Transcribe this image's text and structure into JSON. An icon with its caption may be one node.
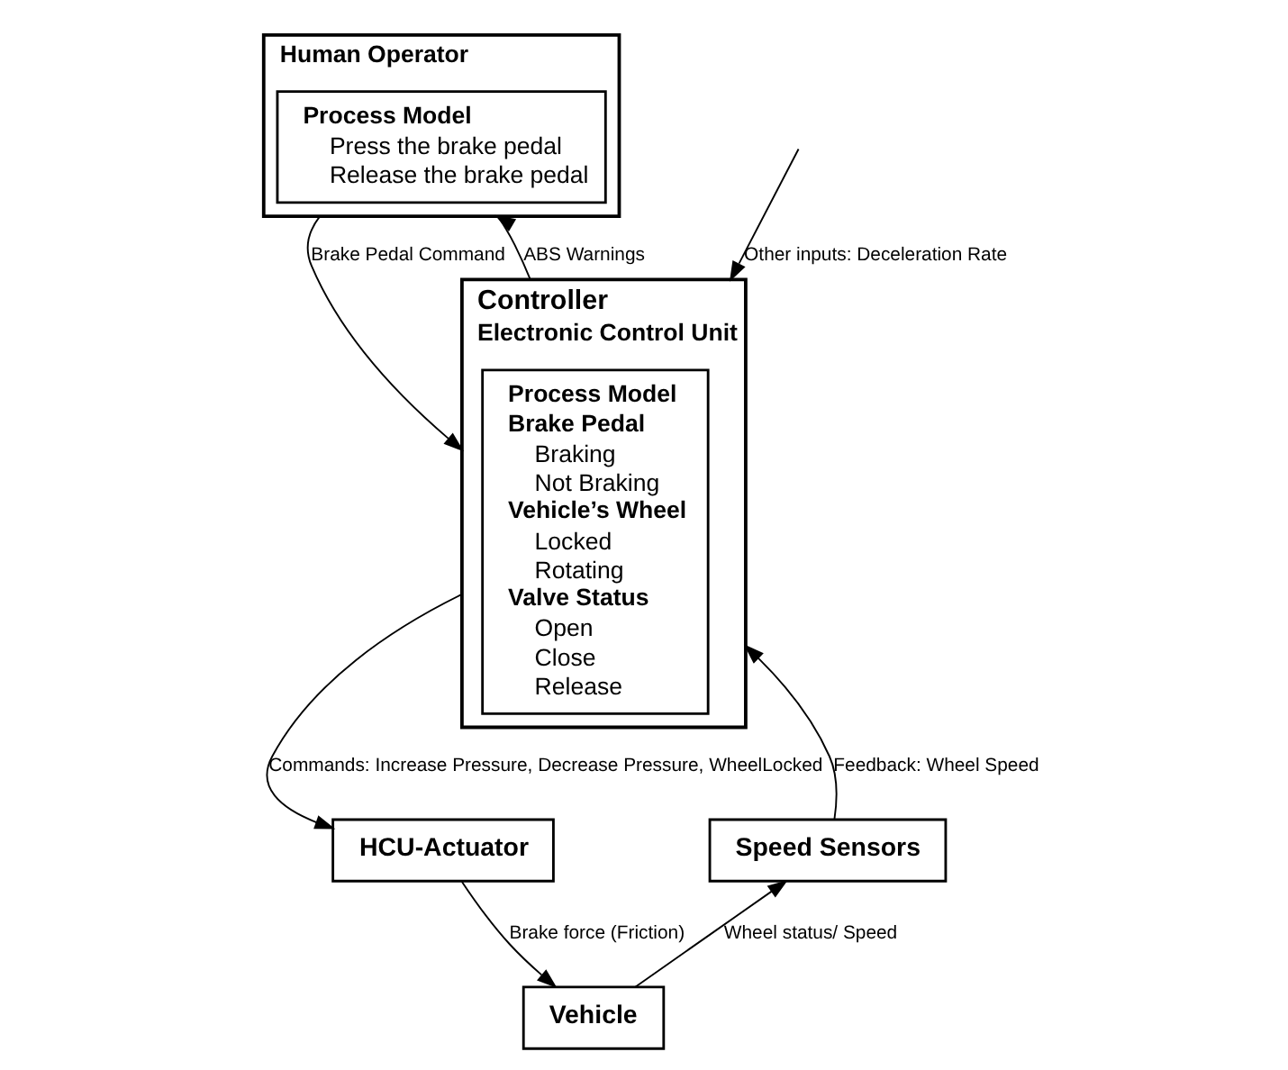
{
  "diagram": {
    "nodes": [
      {
        "text": [
          "Human Operator"
        ]
      },
      {
        "text": [
          "Process Model",
          "Press the brake pedal",
          "Release the brake pedal"
        ],
        "in": 0
      },
      {
        "text": [
          "Controller",
          "Electronic Control Unit"
        ]
      },
      {
        "text": [
          "Process Model",
          "Brake Pedal",
          "Braking",
          "Not Braking",
          "Vehicle’s Wheel",
          "Locked",
          "Rotating",
          "Valve Status",
          "Open",
          "Close",
          "Release"
        ],
        "in": 2
      },
      {
        "text": [
          "HCU-Actuator"
        ]
      },
      {
        "text": [
          "Vehicle"
        ]
      },
      {
        "text": [
          "Speed Sensors"
        ]
      }
    ],
    "edges": [
      {
        "from": 0,
        "to": 2,
        "arrow": "to",
        "label": "Brake Pedal Command"
      },
      {
        "from": 2,
        "to": 0,
        "arrow": "to",
        "label": "ABS Warnings"
      },
      {
        "from": 2,
        "to": 4,
        "arrow": "to",
        "label": "Commands: Increase Pressure, Decrease Pressure, WheelLocked"
      },
      {
        "from": 4,
        "to": 5,
        "arrow": "to",
        "label": "Brake force (Friction)"
      },
      {
        "from": 5,
        "to": 6,
        "arrow": "to",
        "label": "Wheel status/ Speed"
      },
      {
        "from": 6,
        "to": 2,
        "arrow": "to",
        "label": "Feedback: Wheel Speed"
      },
      {
        "from": null,
        "to": 2,
        "arrow": "to",
        "label": "Other inputs: Deceleration Rate"
      }
    ]
  }
}
